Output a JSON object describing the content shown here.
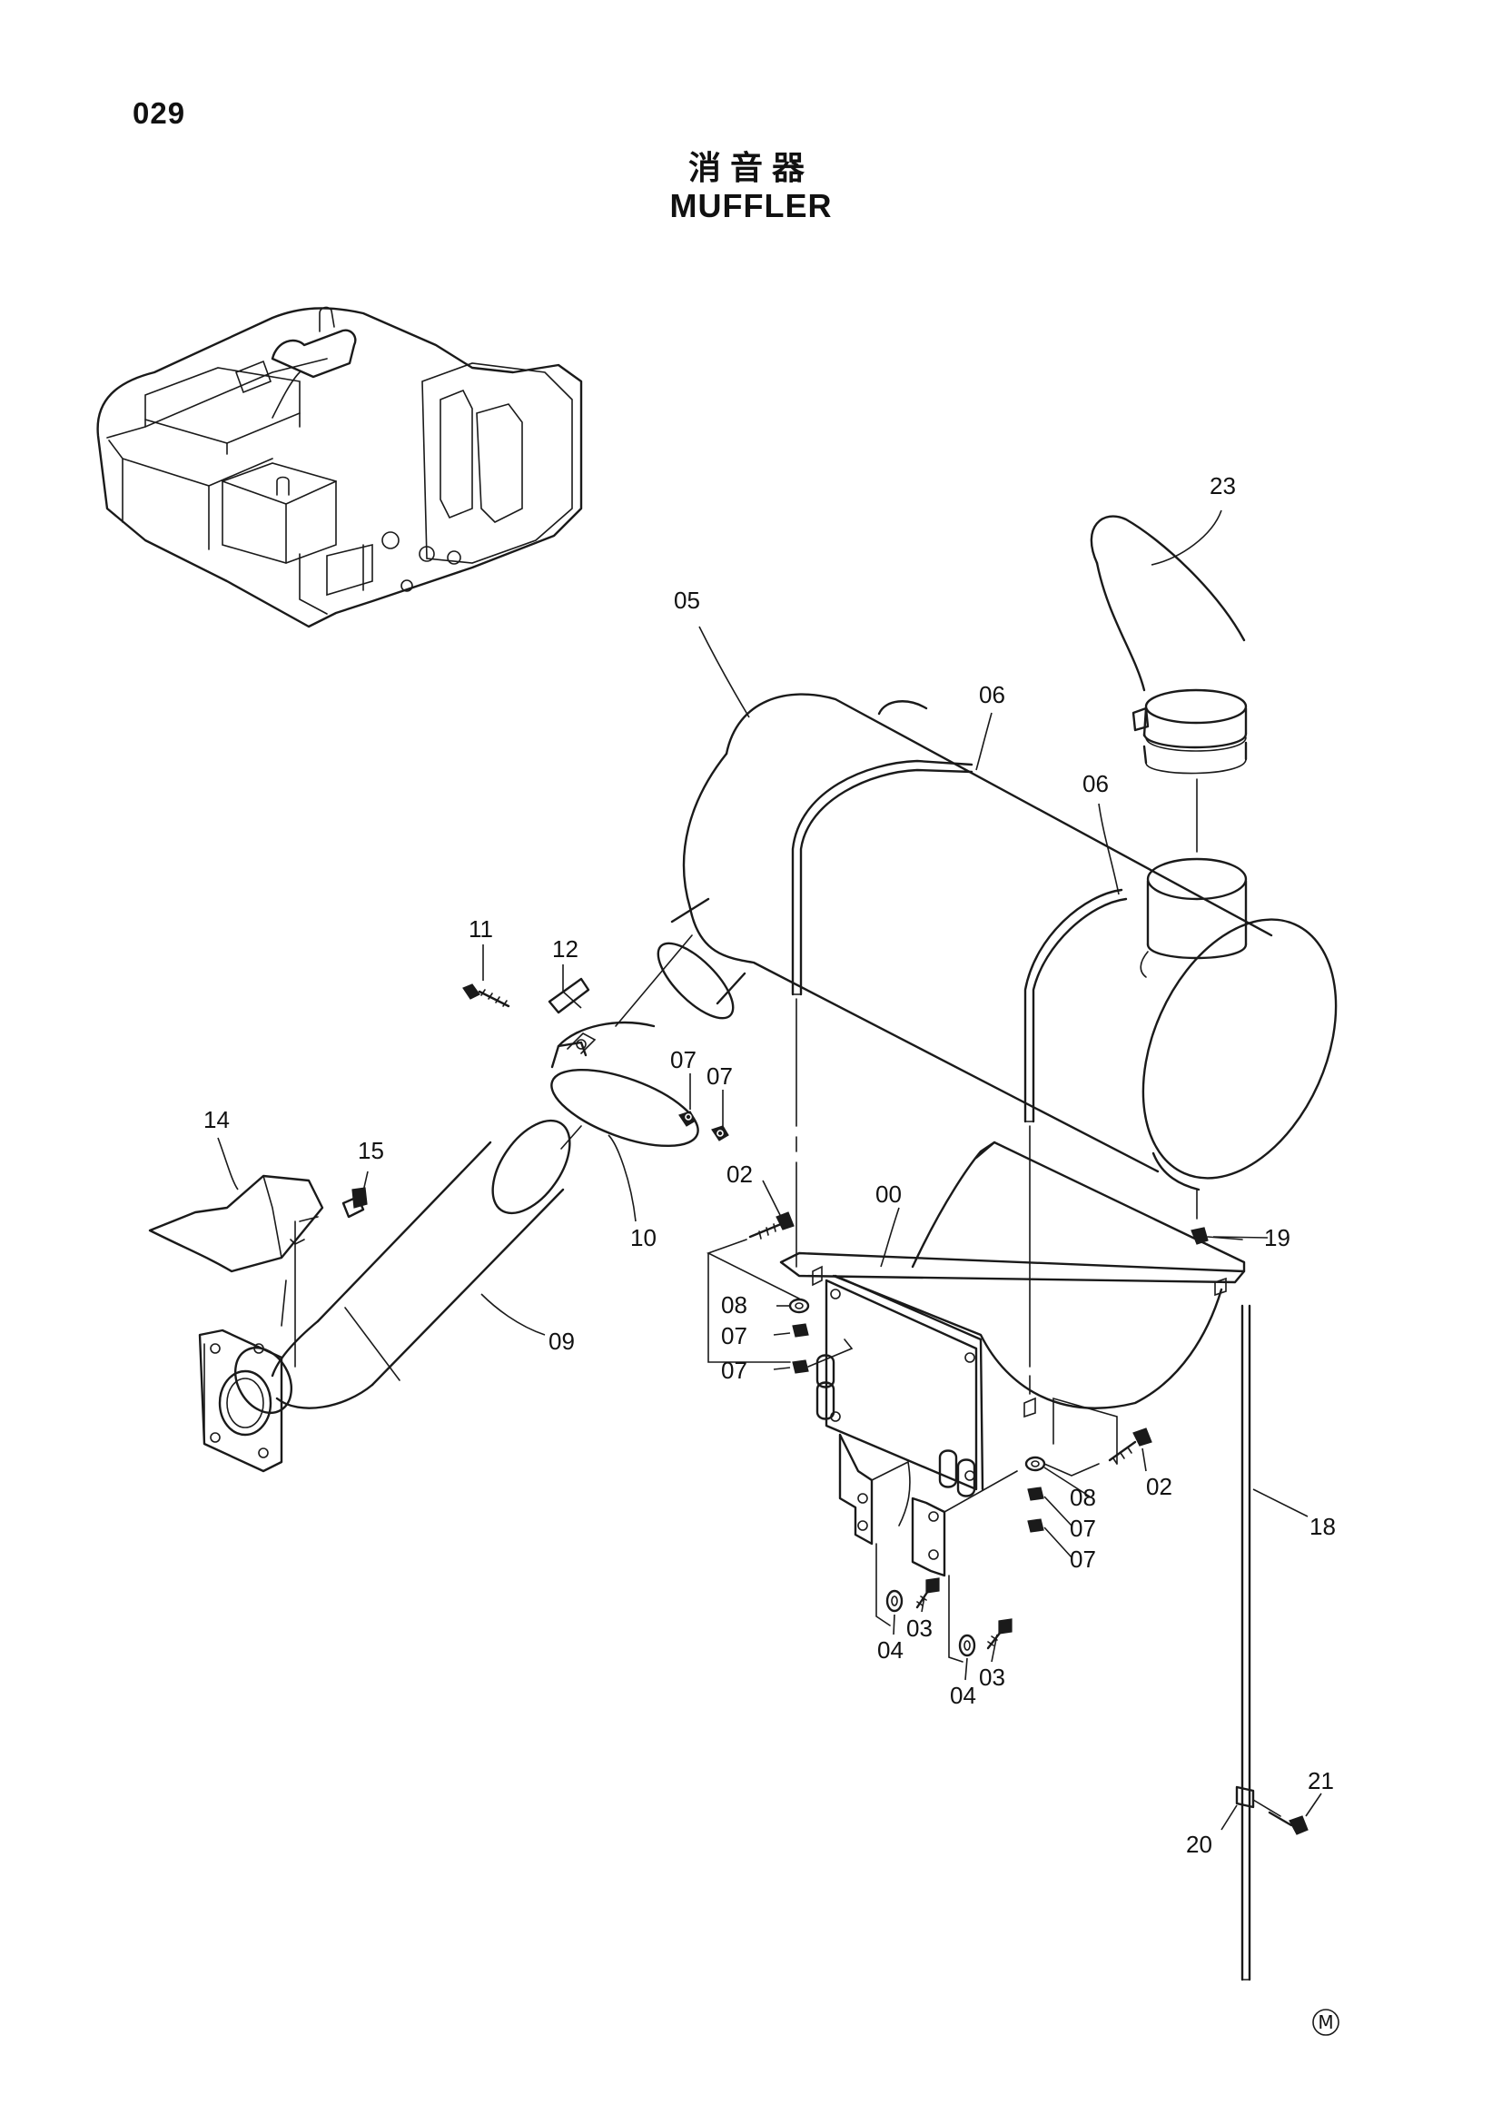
{
  "page_number": "029",
  "title_cn": "消音器",
  "title_en": "MUFFLER",
  "corner_mark": "M",
  "callouts": {
    "c23": "23",
    "c05": "05",
    "c06a": "06",
    "c06b": "06",
    "c11": "11",
    "c12": "12",
    "c07a": "07",
    "c07b": "07",
    "c14": "14",
    "c15": "15",
    "c10": "10",
    "c02a": "02",
    "c00": "00",
    "c19": "19",
    "c09": "09",
    "c08a": "08",
    "c07c": "07",
    "c07d": "07",
    "c02b": "02",
    "c08b": "08",
    "c07e": "07",
    "c07f": "07",
    "c18": "18",
    "c04a": "04",
    "c03a": "03",
    "c04b": "04",
    "c03b": "03",
    "c21": "21",
    "c20": "20"
  }
}
